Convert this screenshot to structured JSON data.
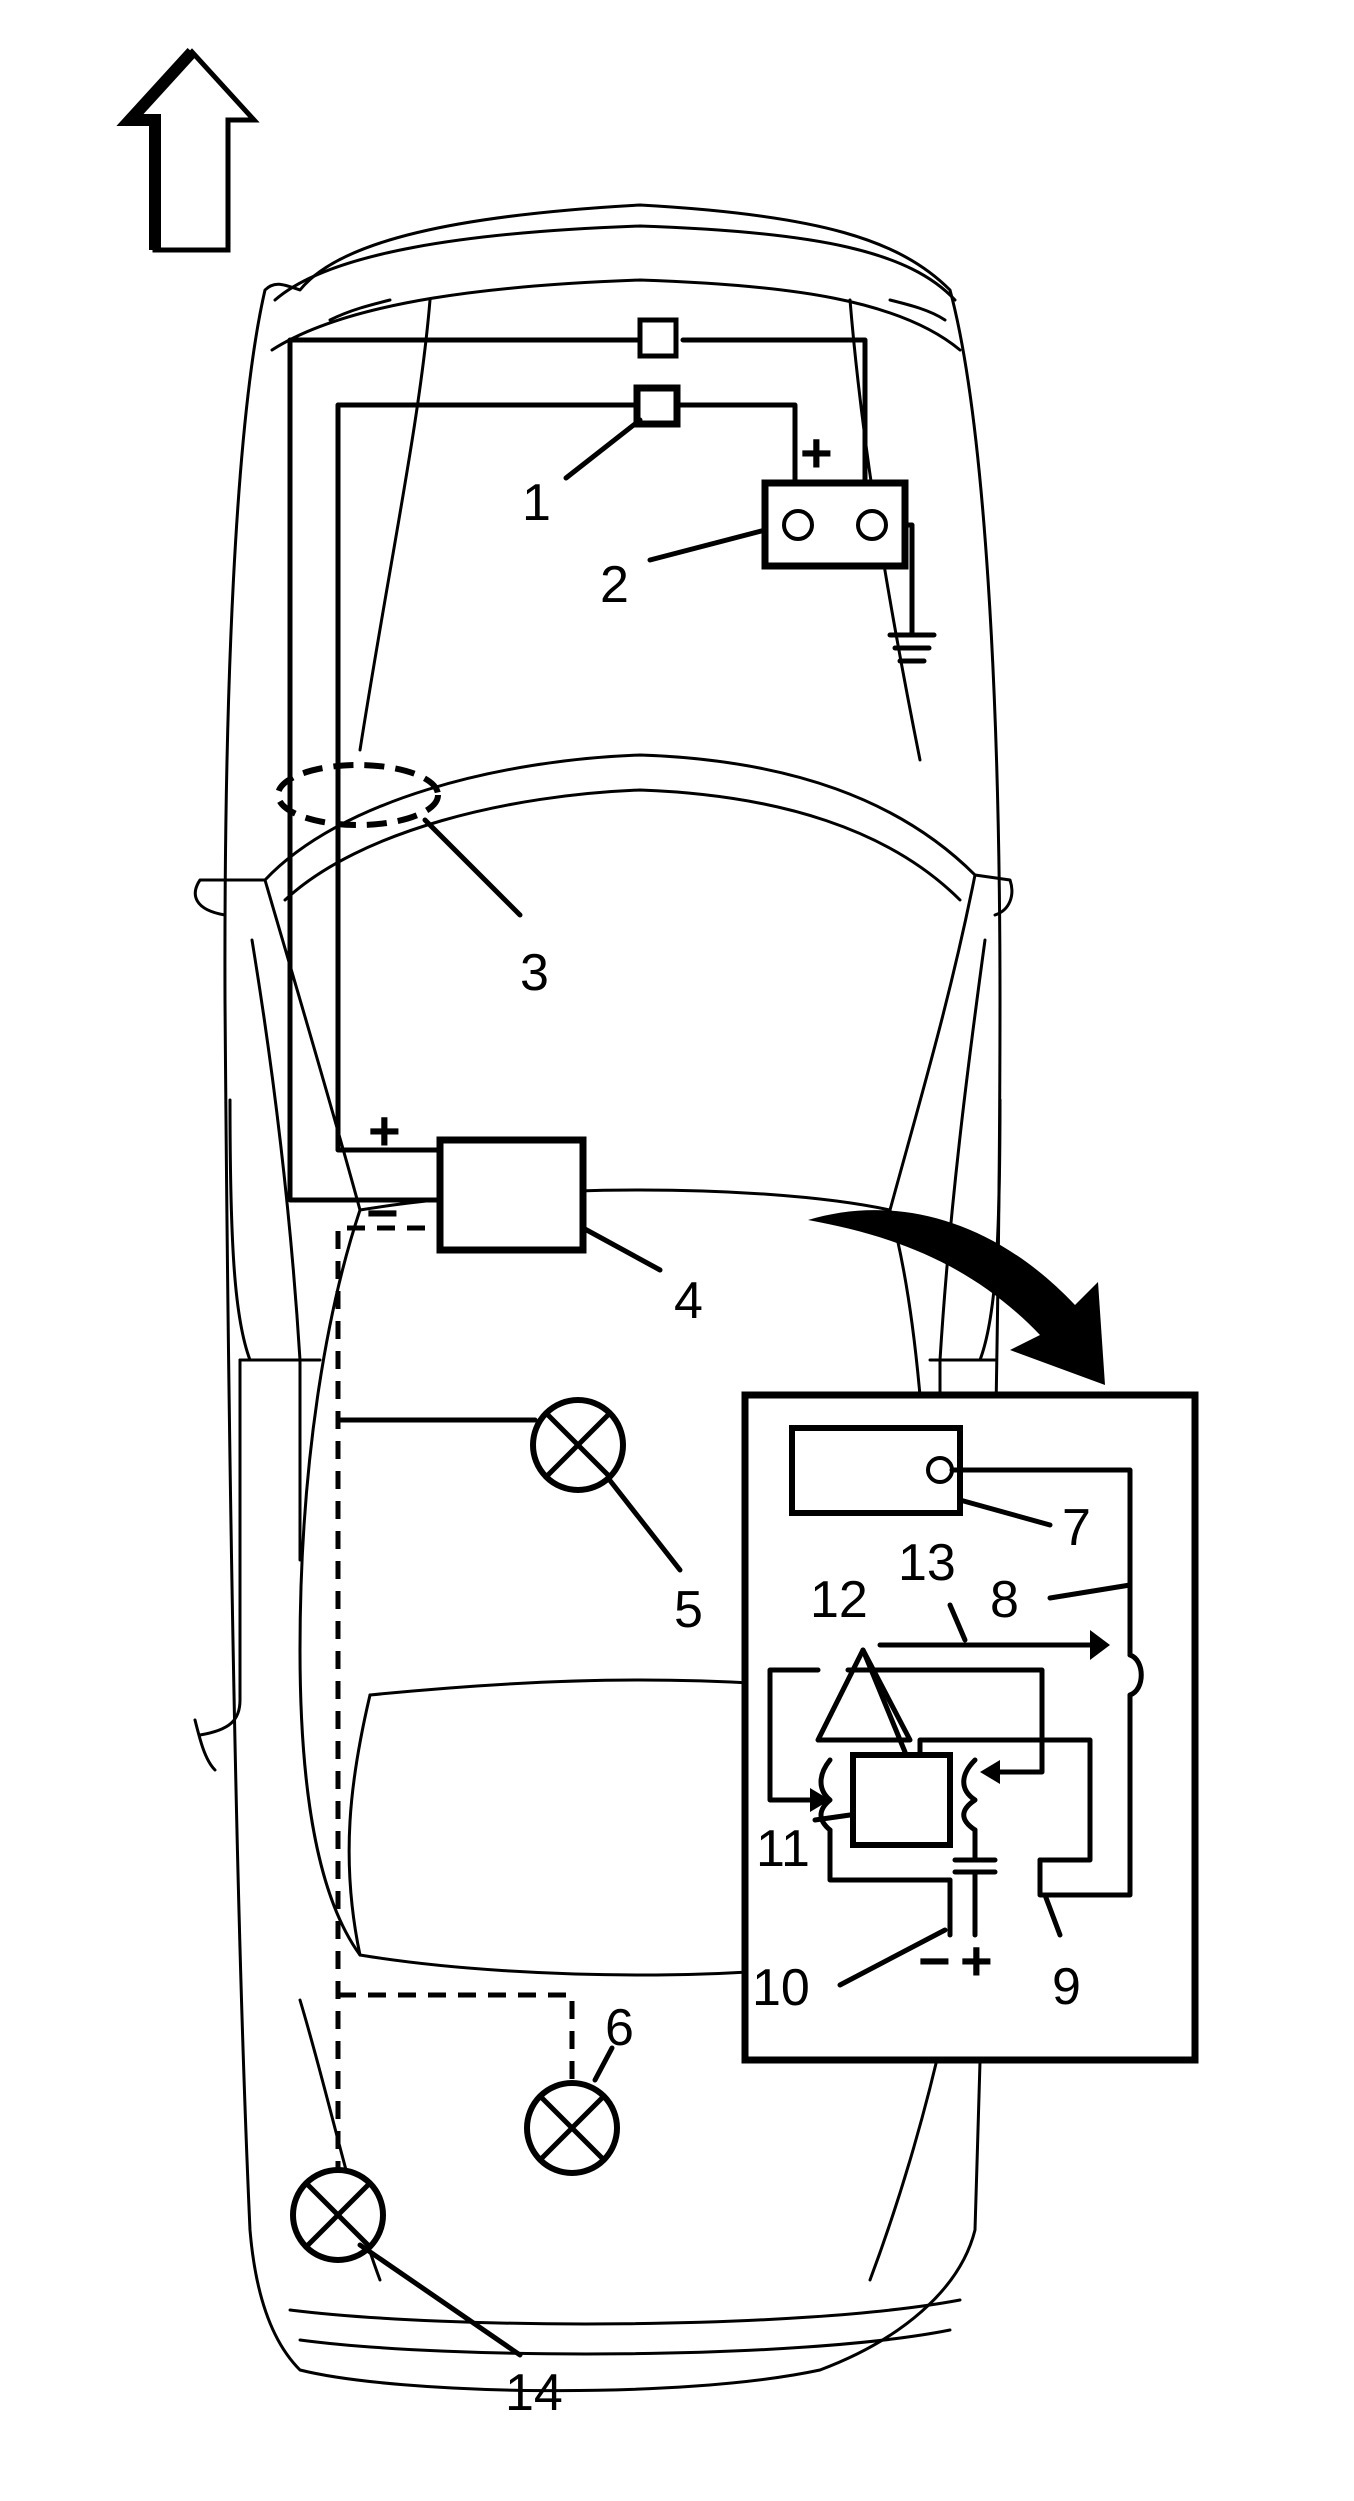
{
  "callouts": {
    "c1": "1",
    "c2": "2",
    "c3": "3",
    "c4": "4",
    "c5": "5",
    "c6": "6",
    "c7": "7",
    "c8": "8",
    "c9": "9",
    "c10": "10",
    "c11": "11",
    "c12": "12",
    "c13": "13",
    "c14": "14"
  },
  "polarity": {
    "battery_plus": "+",
    "module_plus": "+",
    "module_minus": "−",
    "cap_minus": "−",
    "cap_plus": "+"
  },
  "icons": {
    "front_arrow": "front-direction-arrow-icon",
    "ground": "ground-symbol-icon",
    "lamp": "lamp-icon",
    "zoom_arrow": "curved-arrow-icon"
  }
}
